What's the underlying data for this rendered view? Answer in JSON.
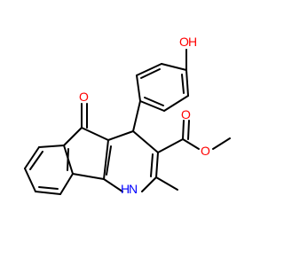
{
  "atoms": {
    "hydroxyl_oxygen": "O",
    "hydroxyl_hydrogen": "H",
    "ketone_oxygen": "O",
    "ester_carbonyl_oxygen": "O",
    "ester_ether_oxygen": "O",
    "ring_nitrogen": "N",
    "ring_nitrogen_hydrogen": "H"
  },
  "colors": {
    "bond": "#000000",
    "oxygen": "#ff0000",
    "nitrogen": "#0000ff",
    "background": "#ffffff"
  }
}
